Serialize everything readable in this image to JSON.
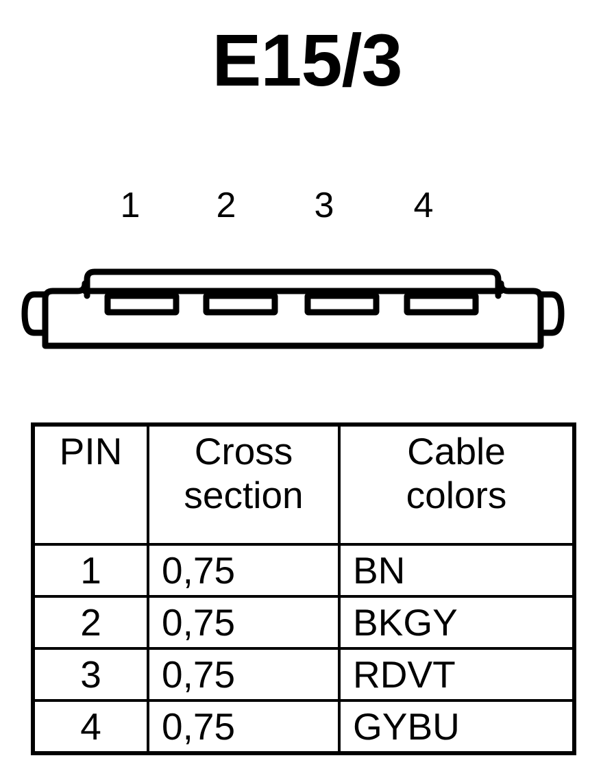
{
  "title": "E15/3",
  "connector": {
    "name": "connector-front-view",
    "pin_count": 4,
    "pin_labels": [
      "1",
      "2",
      "3",
      "4"
    ]
  },
  "table": {
    "headers": [
      {
        "key": "pin",
        "lines": [
          "PIN"
        ]
      },
      {
        "key": "cross_section",
        "lines": [
          "Cross",
          "section"
        ]
      },
      {
        "key": "cable_colors",
        "lines": [
          "Cable",
          "colors"
        ]
      }
    ],
    "rows": [
      {
        "pin": "1",
        "cross_section": "0,75",
        "cable_colors": "BN"
      },
      {
        "pin": "2",
        "cross_section": "0,75",
        "cable_colors": "BKGY"
      },
      {
        "pin": "3",
        "cross_section": "0,75",
        "cable_colors": "RDVT"
      },
      {
        "pin": "4",
        "cross_section": "0,75",
        "cable_colors": "GYBU"
      }
    ]
  },
  "colors": {
    "ink": "#000000",
    "background": "#ffffff"
  }
}
